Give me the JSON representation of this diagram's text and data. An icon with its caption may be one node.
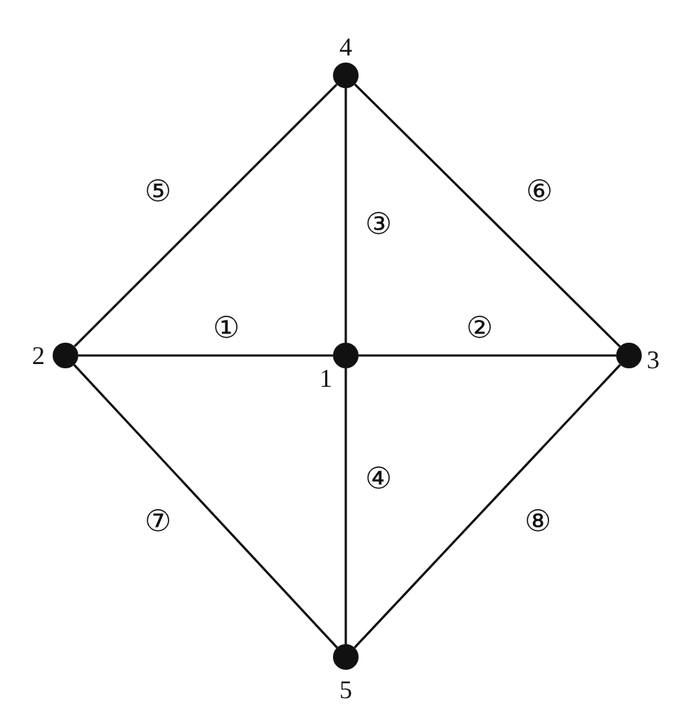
{
  "diagram": {
    "nodes": [
      {
        "text": [],
        "shape": "circle",
        "beside": [
          "4"
        ]
      },
      {
        "text": [],
        "shape": "circle",
        "beside": [
          "2"
        ]
      },
      {
        "text": [],
        "shape": "circle",
        "beside": [
          "1"
        ]
      },
      {
        "text": [],
        "shape": "circle",
        "beside": [
          "3"
        ]
      },
      {
        "text": [],
        "shape": "circle",
        "beside": [
          "5"
        ]
      }
    ],
    "edges": [
      {
        "from": 1,
        "to": 2,
        "arrow": "none",
        "label": "①"
      },
      {
        "from": 2,
        "to": 3,
        "arrow": "none",
        "label": "②"
      },
      {
        "from": 2,
        "to": 0,
        "arrow": "none",
        "label": "③"
      },
      {
        "from": 2,
        "to": 4,
        "arrow": "none",
        "label": "④"
      },
      {
        "from": 1,
        "to": 0,
        "arrow": "none",
        "label": "⑤"
      },
      {
        "from": 0,
        "to": 3,
        "arrow": "none",
        "label": "⑥"
      },
      {
        "from": 1,
        "to": 4,
        "arrow": "none",
        "label": "⑦"
      },
      {
        "from": 4,
        "to": 3,
        "arrow": "none",
        "label": "⑧"
      }
    ]
  }
}
